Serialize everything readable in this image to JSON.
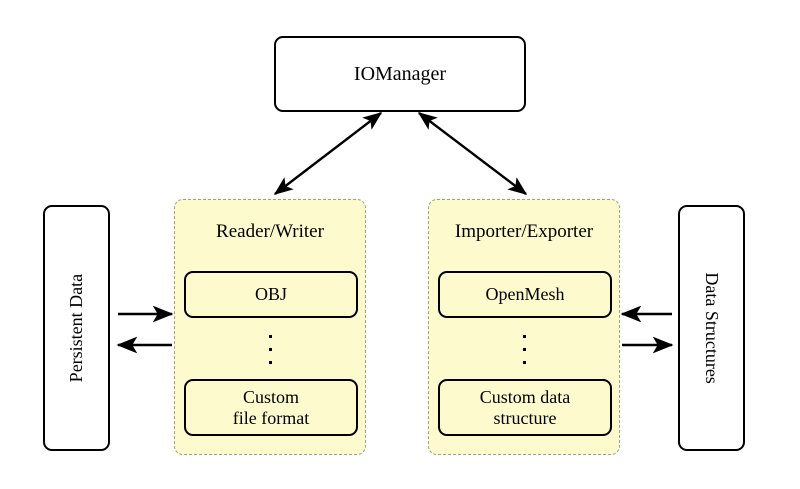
{
  "diagram": {
    "title_node": {
      "label": "IOManager"
    },
    "left_endpoint": {
      "label": "Persistent Data"
    },
    "right_endpoint": {
      "label": "Data Structures"
    },
    "groups": [
      {
        "name": "reader-writer",
        "title": "Reader/Writer",
        "items": [
          {
            "label": "OBJ"
          },
          {
            "label": "Custom\nfile format",
            "line1": "Custom",
            "line2": "file format"
          }
        ],
        "ellipsis": "⋮"
      },
      {
        "name": "importer-exporter",
        "title": "Importer/Exporter",
        "items": [
          {
            "label": "OpenMesh"
          },
          {
            "label": "Custom data\nstructure",
            "line1": "Custom data",
            "line2": "structure"
          }
        ],
        "ellipsis": "⋮"
      }
    ],
    "connections": [
      {
        "name": "manager-to-reader-writer",
        "style": "double-headed-arrow"
      },
      {
        "name": "manager-to-importer-exporter",
        "style": "double-headed-arrow"
      },
      {
        "name": "persistent-data-to-reader-writer",
        "style": "arrow-right"
      },
      {
        "name": "reader-writer-to-persistent-data",
        "style": "arrow-left"
      },
      {
        "name": "data-structures-to-importer-exporter",
        "style": "arrow-left"
      },
      {
        "name": "importer-exporter-to-data-structures",
        "style": "arrow-right"
      }
    ],
    "colors": {
      "group_fill": "#fdfbce",
      "group_border": "#9e9e8a",
      "node_border": "#000000",
      "background": "#ffffff"
    }
  }
}
